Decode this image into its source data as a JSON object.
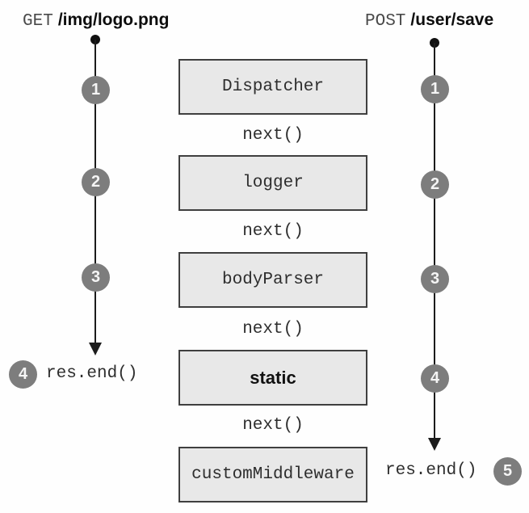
{
  "colors": {
    "circle_gray": "#7d7d7d",
    "box_fill": "#e8e8e8",
    "box_border": "#3f3f3f",
    "line_color": "#1c1c1c",
    "method_text": "#4a4a4a",
    "code_text": "#2e2e2e"
  },
  "left_flow": {
    "method": "GET",
    "path": "/img/logo.png",
    "steps": [
      "1",
      "2",
      "3"
    ],
    "end": {
      "step": "4",
      "label": "res.end()"
    }
  },
  "right_flow": {
    "method": "POST",
    "path": "/user/save",
    "steps": [
      "1",
      "2",
      "3",
      "4"
    ],
    "end": {
      "step": "5",
      "label": "res.end()"
    }
  },
  "middleware_stack": {
    "boxes": [
      {
        "name": "Dispatcher"
      },
      {
        "name": "logger"
      },
      {
        "name": "bodyParser"
      },
      {
        "name": "static"
      },
      {
        "name": "customMiddleware"
      }
    ],
    "next_label": "next()"
  }
}
